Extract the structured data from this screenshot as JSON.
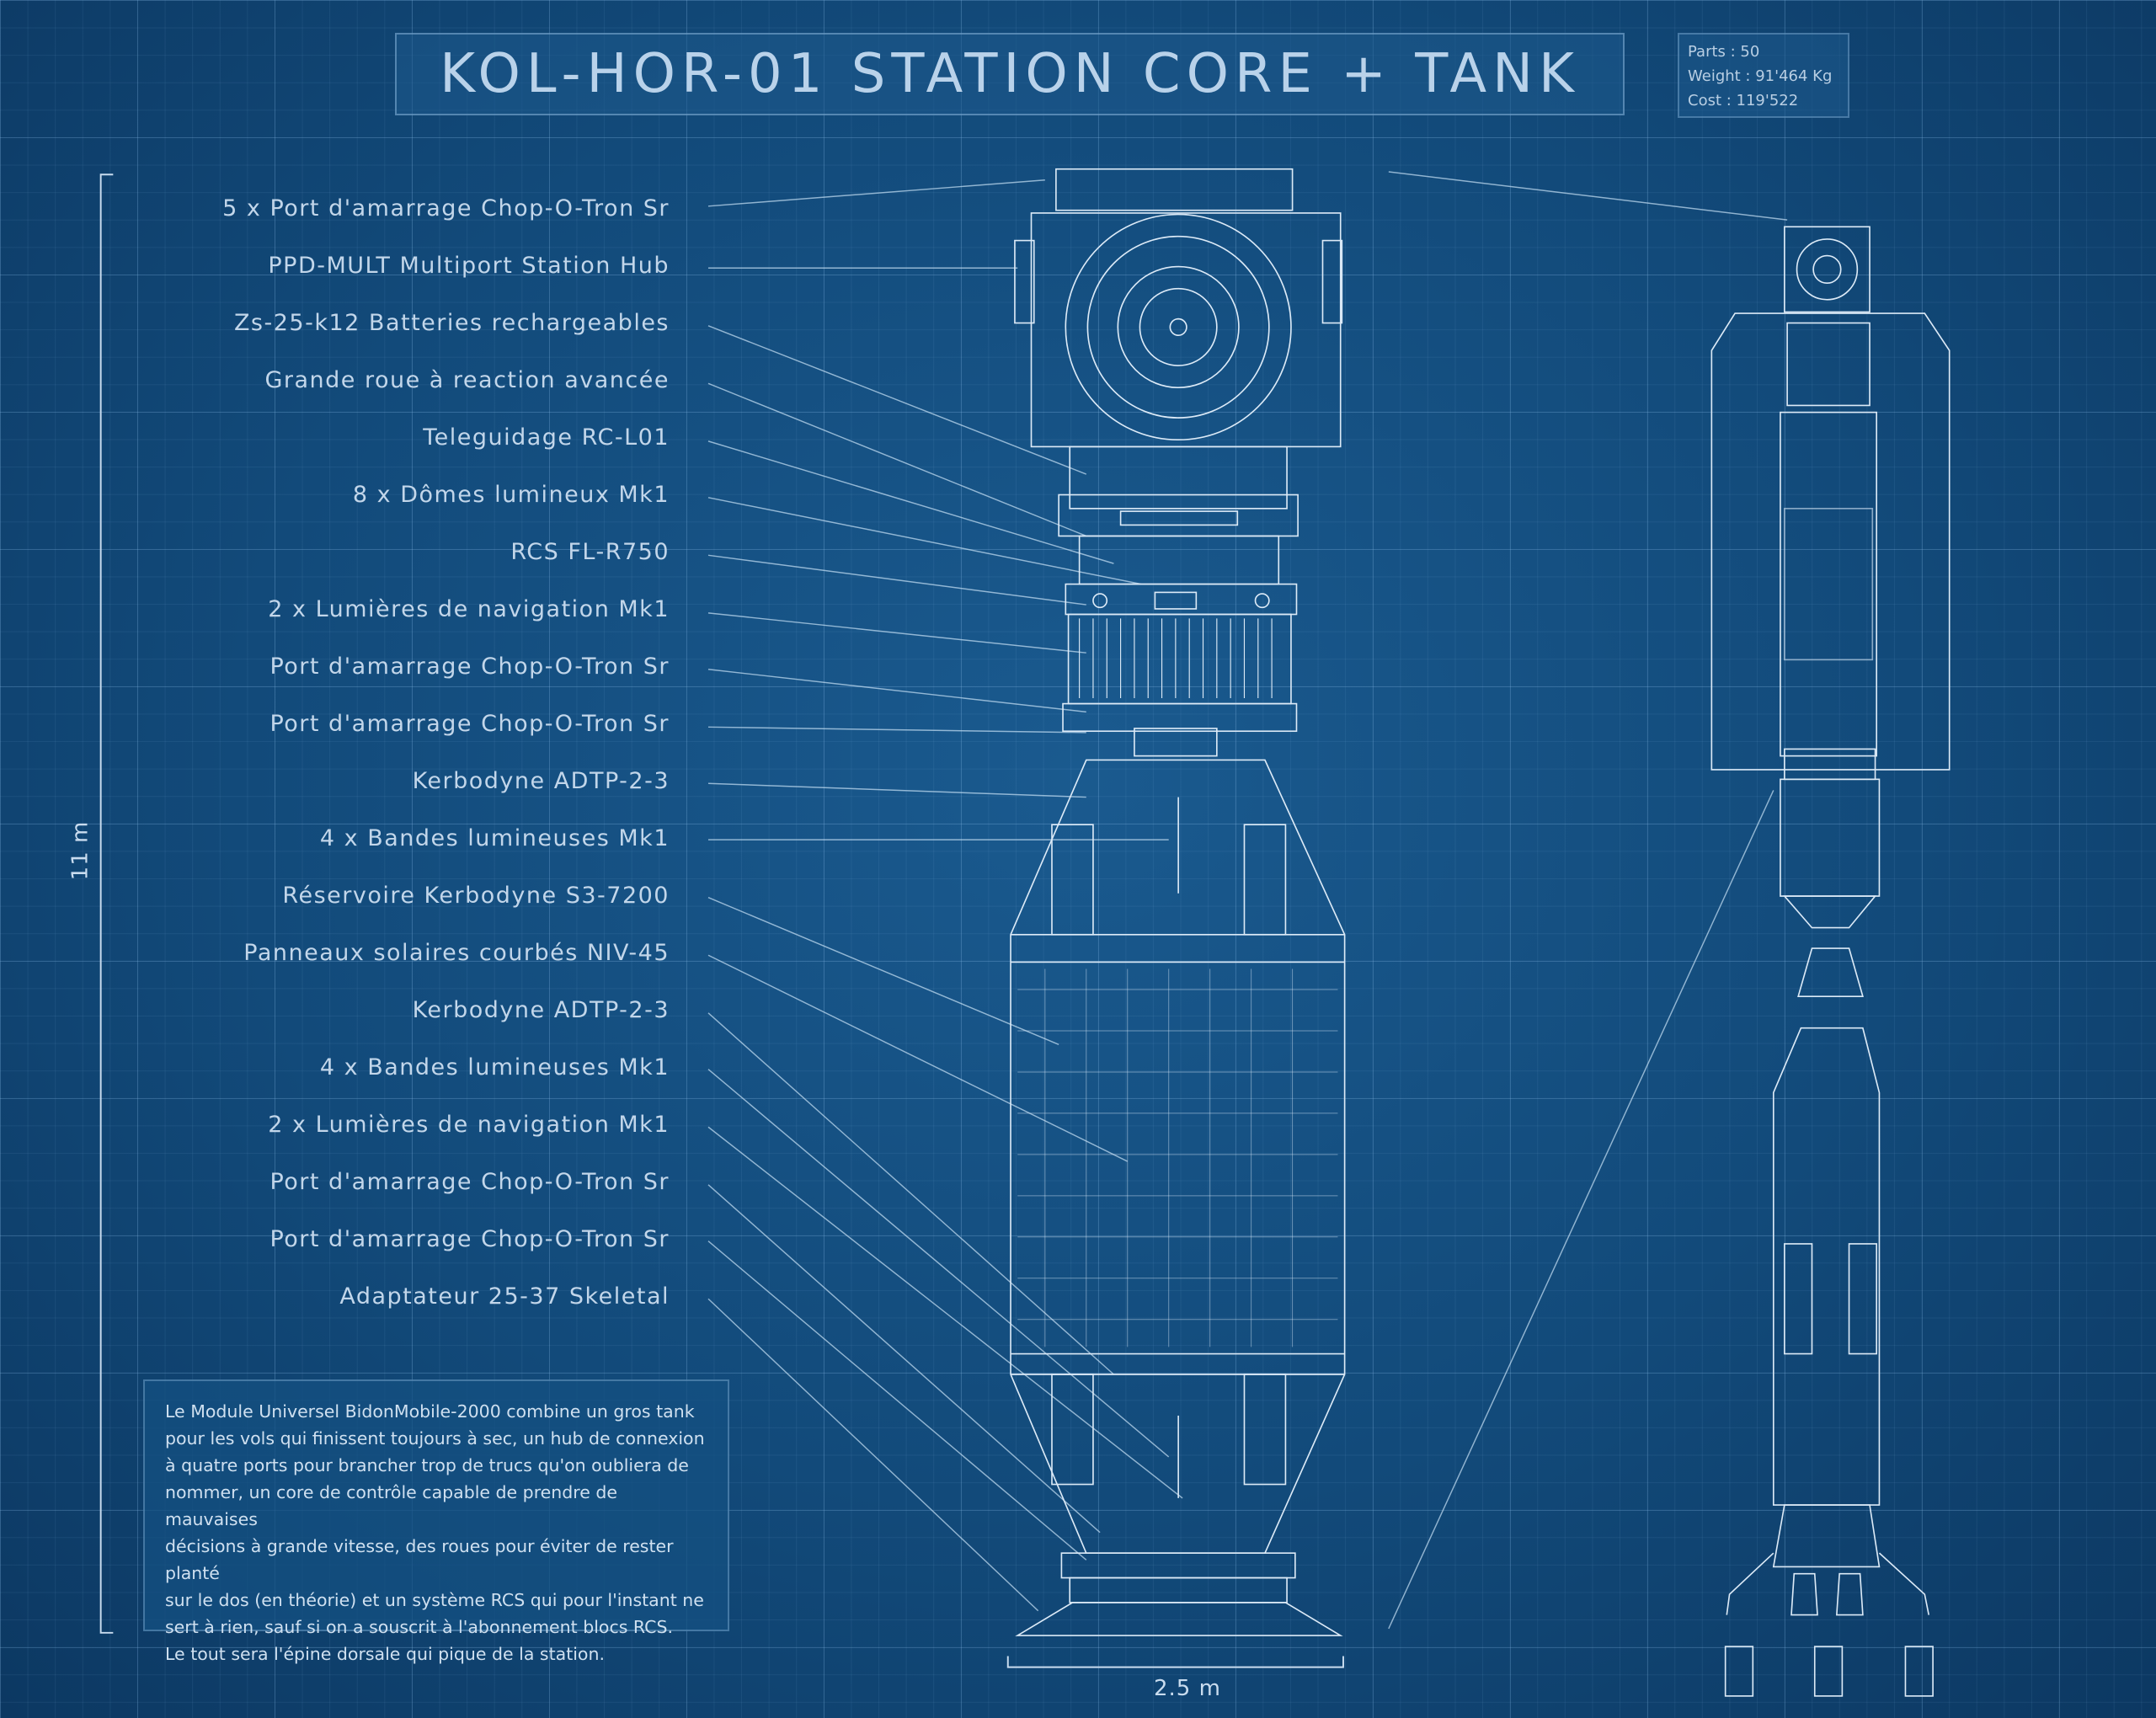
{
  "title": "KOL-HOR-01  STATION CORE + TANK",
  "stats": {
    "parts": "Parts : 50",
    "weight": "Weight : 91'464 Kg",
    "cost": "Cost : 119'522"
  },
  "parts_labels": [
    "5 x Port d'amarrage Chop-O-Tron Sr",
    "PPD-MULT Multiport Station Hub",
    "Zs-25-k12 Batteries rechargeables",
    "Grande roue à reaction avancée",
    "Teleguidage RC-L01",
    "8 x Dômes lumineux Mk1",
    "RCS FL-R750",
    "2 x Lumières de navigation Mk1",
    "Port d'amarrage Chop-O-Tron Sr",
    "Port d'amarrage Chop-O-Tron Sr",
    "Kerbodyne ADTP-2-3",
    "4 x Bandes lumineuses Mk1",
    "Réservoire Kerbodyne S3-7200",
    "Panneaux solaires courbés NIV-45",
    "Kerbodyne ADTP-2-3",
    "4 x Bandes lumineuses Mk1",
    "2 x Lumières de navigation Mk1",
    "Port d'amarrage Chop-O-Tron Sr",
    "Port d'amarrage Chop-O-Tron Sr",
    "Adaptateur 25-37 Skeletal"
  ],
  "description": [
    "Le Module Universel BidonMobile-2000 combine un gros tank",
    "pour les vols qui finissent toujours à sec, un hub de connexion",
    "à quatre ports pour brancher trop de trucs qu'on oubliera de",
    "nommer, un core de contrôle capable de prendre de mauvaises",
    "décisions à grande vitesse, des roues pour éviter de rester planté",
    "sur le dos (en théorie) et un système RCS qui pour l'instant ne",
    "sert à rien, sauf si on a souscrit à l'abonnement blocs RCS.",
    "Le tout sera l'épine dorsale qui pique de la station."
  ],
  "dimensions": {
    "height": "11 m",
    "width": "2.5 m"
  },
  "colors": {
    "background": "#124a7a",
    "line": "#d8e8f6"
  }
}
